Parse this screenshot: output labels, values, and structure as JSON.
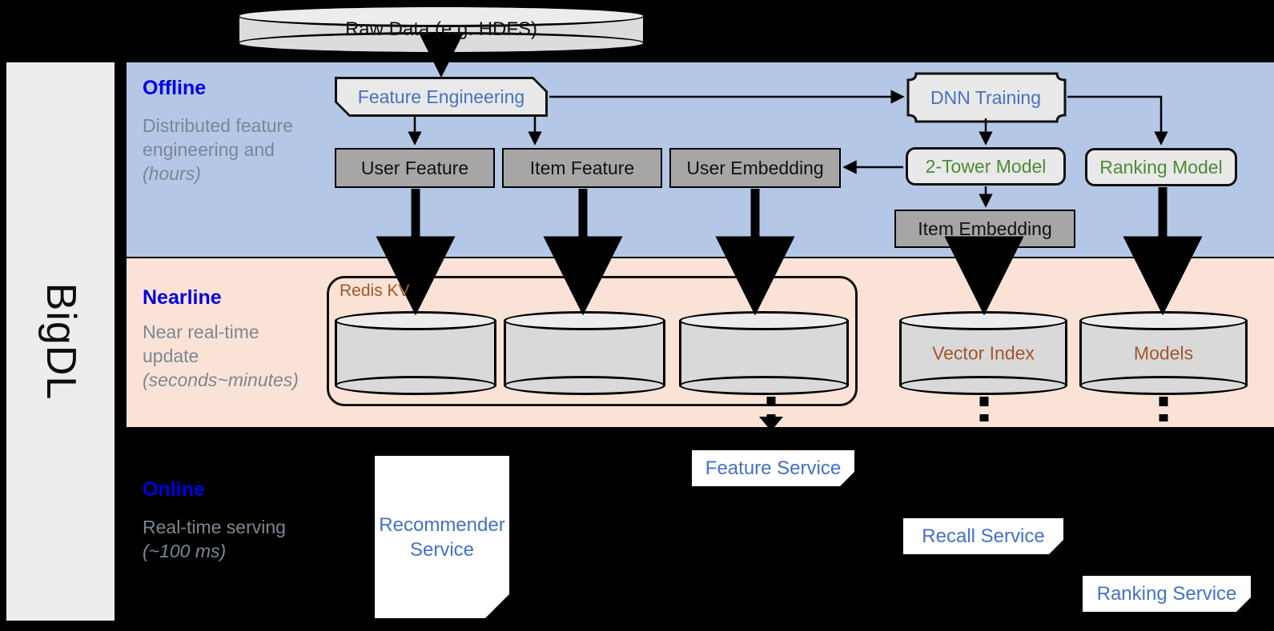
{
  "framework": {
    "name": "BigDL"
  },
  "source": {
    "label": "Raw Data (e.g. HDFS)"
  },
  "layers": [
    {
      "key": "offline",
      "title": "Offline",
      "desc_plain": "Distributed feature engineering and ",
      "desc_italic": "(hours)"
    },
    {
      "key": "nearline",
      "title": "Nearline",
      "desc_plain": "Near real-time update ",
      "desc_italic": "(seconds~minutes)"
    },
    {
      "key": "online",
      "title": "Online",
      "desc_plain": "Real-time serving ",
      "desc_italic": "(~100 ms)"
    }
  ],
  "offline": {
    "feature_engineering": "Feature Engineering",
    "dnn_training": "DNN Training",
    "user_feature": "User Feature",
    "item_feature": "Item Feature",
    "user_embedding": "User Embedding",
    "two_tower_model": "2-Tower Model",
    "ranking_model": "Ranking Model",
    "item_embedding": "Item Embedding"
  },
  "nearline": {
    "redis_group_label": "Redis KV",
    "store_1": "",
    "store_2": "",
    "store_3": "",
    "vector_index": "Vector Index",
    "models": "Models"
  },
  "online": {
    "recommender_service": "Recommender Service",
    "feature_service": "Feature Service",
    "recall_service": "Recall Service",
    "ranking_service": "Ranking Service"
  },
  "colors": {
    "offline_band": "#b4c7e7",
    "nearline_band": "#fae3d6",
    "layer_title": "#0000e0",
    "layer_desc": "#7b8794",
    "model_green": "#4e8a34",
    "service_blue": "#4472c4",
    "store_brown": "#a2552a",
    "gray_box": "#a6a6a6",
    "proc_box": "#e9e9e9",
    "panel_gray": "#ededed",
    "background": "#000000"
  }
}
